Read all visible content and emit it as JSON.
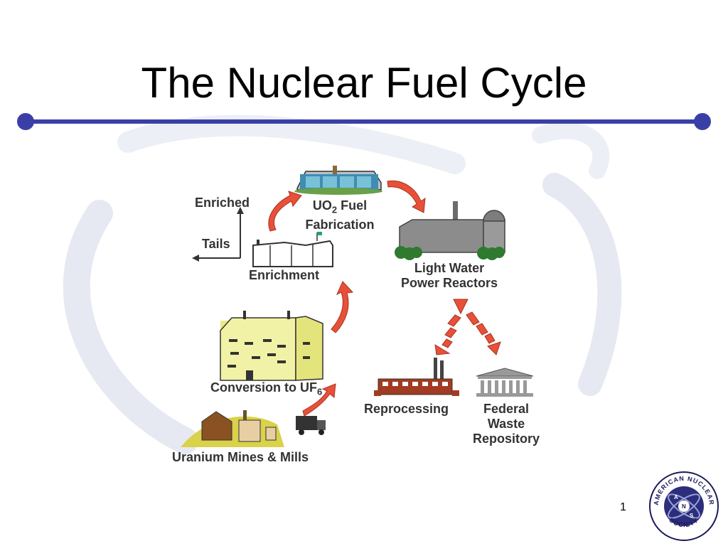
{
  "slide": {
    "title": "The Nuclear Fuel Cycle",
    "page_number": "1"
  },
  "diagram": {
    "labels": {
      "enriched": "Enriched",
      "tails": "Tails",
      "enrichment": "Enrichment",
      "fabrication_line1_prefix": "UO",
      "fabrication_line1_sub": "2",
      "fabrication_line1_suffix": " Fuel",
      "fabrication_line2": "Fabrication",
      "reactors_line1": "Light Water",
      "reactors_line2": "Power Reactors",
      "conversion_prefix": "Conversion to UF",
      "conversion_sub": "6",
      "reprocessing": "Reprocessing",
      "repository_line1": "Federal",
      "repository_line2": "Waste",
      "repository_line3": "Repository",
      "mines": "Uranium Mines & Mills"
    }
  },
  "logo": {
    "text_top": "AMERICAN NUCLEAR",
    "text_bottom": "SOCIETY",
    "letter_a": "A",
    "letter_n": "N",
    "letter_s": "S"
  },
  "colors": {
    "rule": "#3a3fa8",
    "arrow": "#e8503a",
    "swirl": "#d9dde8"
  }
}
